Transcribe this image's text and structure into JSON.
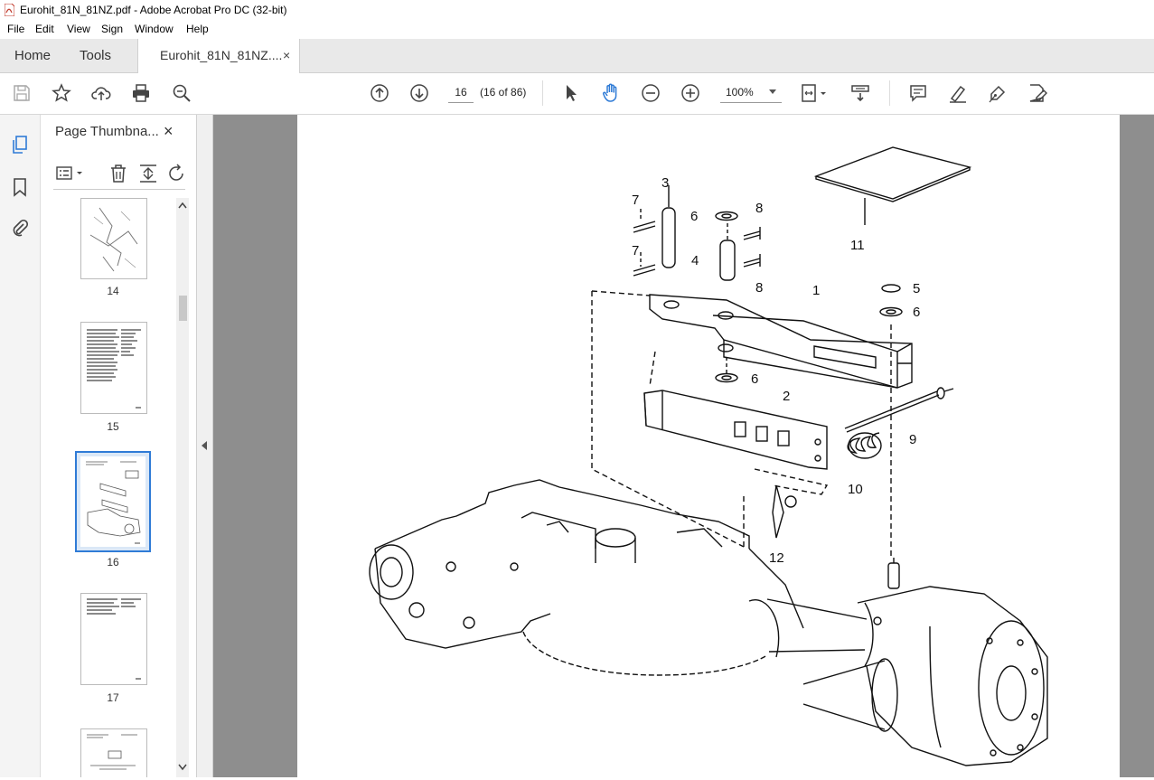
{
  "window": {
    "title": "Eurohit_81N_81NZ.pdf - Adobe Acrobat Pro DC (32-bit)"
  },
  "menu": [
    "File",
    "Edit",
    "View",
    "Sign",
    "Window",
    "Help"
  ],
  "tabs": {
    "home": "Home",
    "tools": "Tools",
    "document": "Eurohit_81N_81NZ....",
    "close": "×"
  },
  "toolbar": {
    "page_number": "16",
    "page_count": "(16 of 86)",
    "zoom": "100%"
  },
  "panel": {
    "title": "Page Thumbna...",
    "close": "×",
    "thumbnails": [
      {
        "label": "14"
      },
      {
        "label": "15"
      },
      {
        "label": "16",
        "selected": true
      },
      {
        "label": "17"
      }
    ]
  },
  "diagram": {
    "callouts": [
      "1",
      "2",
      "3",
      "4",
      "5",
      "6",
      "6",
      "6",
      "7",
      "7",
      "8",
      "8",
      "9",
      "10",
      "11",
      "12"
    ]
  },
  "colors": {
    "accent": "#2f7bd6",
    "viewer_bg": "#8e8e8e",
    "tab_bg": "#e9e9e9"
  }
}
